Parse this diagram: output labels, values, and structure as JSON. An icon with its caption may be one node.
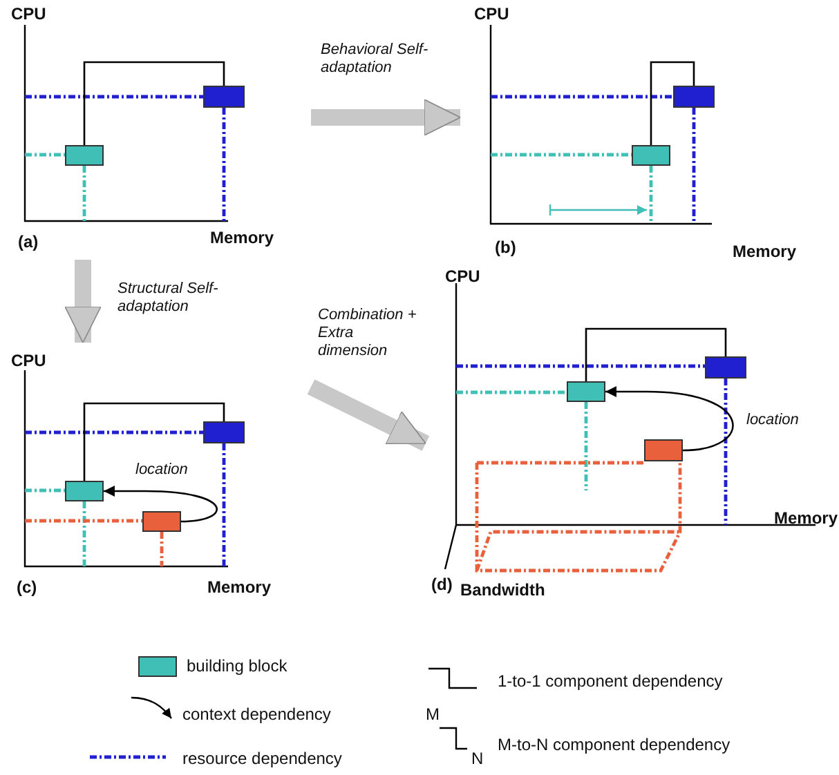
{
  "diagram": {
    "nodes": [
      {
        "text": [
          "(a)"
        ]
      },
      {
        "text": [],
        "shape": "box",
        "in": 0
      },
      {
        "text": [],
        "shape": "box",
        "in": 0
      },
      {
        "text": [
          "(b)"
        ]
      },
      {
        "text": [],
        "shape": "box",
        "in": 3
      },
      {
        "text": [],
        "shape": "box",
        "in": 3
      },
      {
        "text": [
          "(c)"
        ]
      },
      {
        "text": [],
        "shape": "box",
        "in": 6
      },
      {
        "text": [],
        "shape": "box",
        "in": 6
      },
      {
        "text": [],
        "shape": "box",
        "in": 6
      },
      {
        "text": [
          "(d)"
        ]
      },
      {
        "text": [],
        "shape": "box",
        "in": 10
      },
      {
        "text": [],
        "shape": "box",
        "in": 10
      },
      {
        "text": [],
        "shape": "box",
        "in": 10
      }
    ],
    "edges": [
      {
        "from": 0,
        "to": 3,
        "arrow": "to",
        "label": "Behavioral Self-adaptation",
        "style": "thick",
        "color": "#c8c8c8"
      },
      {
        "from": 0,
        "to": 6,
        "arrow": "to",
        "label": "Structural Self-adaptation",
        "style": "thick",
        "color": "#c8c8c8"
      },
      {
        "from": 6,
        "to": 10,
        "arrow": "to",
        "label": "Combination + Extra dimension",
        "style": "thick",
        "color": "#c8c8c8"
      },
      {
        "from": 1,
        "to": 2,
        "arrow": "none"
      },
      {
        "from": 4,
        "to": 5,
        "arrow": "none"
      },
      {
        "from": 7,
        "to": 8,
        "arrow": "none"
      },
      {
        "from": 9,
        "to": 7,
        "arrow": "to",
        "label": "location"
      },
      {
        "from": 11,
        "to": 12,
        "arrow": "none"
      },
      {
        "from": 13,
        "to": 11,
        "arrow": "to",
        "label": "location"
      }
    ],
    "labels": [
      "CPU",
      "CPU",
      "Memory",
      "Memory",
      "CPU",
      "CPU",
      "Memory",
      "Memory",
      "Bandwidth",
      "M",
      "N"
    ],
    "legend": [
      {
        "text": "building block",
        "color": "#3fbfb5"
      },
      {
        "text": "context dependency"
      },
      {
        "text": "resource dependency"
      },
      {
        "text": "1-to-1 component dependency"
      },
      {
        "text": "M-to-N component dependency"
      }
    ]
  }
}
